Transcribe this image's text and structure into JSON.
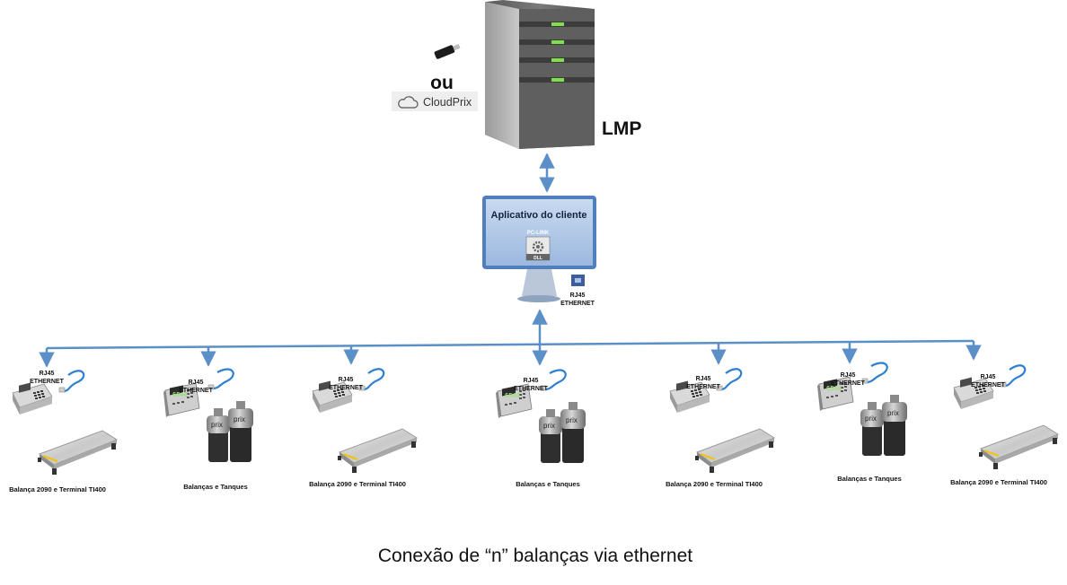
{
  "server": {
    "label": "LMP",
    "alt_separator": "ou",
    "cloud_label": "CloudPrix"
  },
  "pc": {
    "screen_title": "Aplicativo do cliente",
    "pc_link": "PC-LINK",
    "dll": "DLL",
    "port_label_1": "RJ45",
    "port_label_2": "ETHERNET"
  },
  "nodes": [
    {
      "kind": "terminal",
      "port_1": "RJ45",
      "port_2": "ETHERNET",
      "caption": "Balança 2090 e Terminal TI400"
    },
    {
      "kind": "tank",
      "port_1": "RJ45",
      "port_2": "ETHERNET",
      "caption": "Balanças e Tanques",
      "display": "6540",
      "brand": "prix"
    },
    {
      "kind": "terminal",
      "port_1": "RJ45",
      "port_2": "ETHERNET",
      "caption": "Balança 2090 e Terminal TI400"
    },
    {
      "kind": "tank",
      "port_1": "RJ45",
      "port_2": "ETHERNET",
      "caption": "Balanças e Tanques",
      "display": "6540",
      "brand": "prix"
    },
    {
      "kind": "terminal",
      "port_1": "RJ45",
      "port_2": "ETHERNET",
      "caption": "Balança 2090 e Terminal TI400"
    },
    {
      "kind": "tank",
      "port_1": "RJ45",
      "port_2": "ETHERNET",
      "caption": "Balanças e Tanques",
      "display": "6540",
      "brand": "prix"
    },
    {
      "kind": "terminal",
      "port_1": "RJ45",
      "port_2": "ETHERNET",
      "caption": "Balança 2090 e Terminal TI400"
    }
  ],
  "caption": "Conexão de  “n”  balanças via ethernet",
  "colors": {
    "line": "#5b8fc7",
    "server": "#6b6b6b",
    "led": "#7ee04a",
    "screen": "#a9c4e6"
  }
}
